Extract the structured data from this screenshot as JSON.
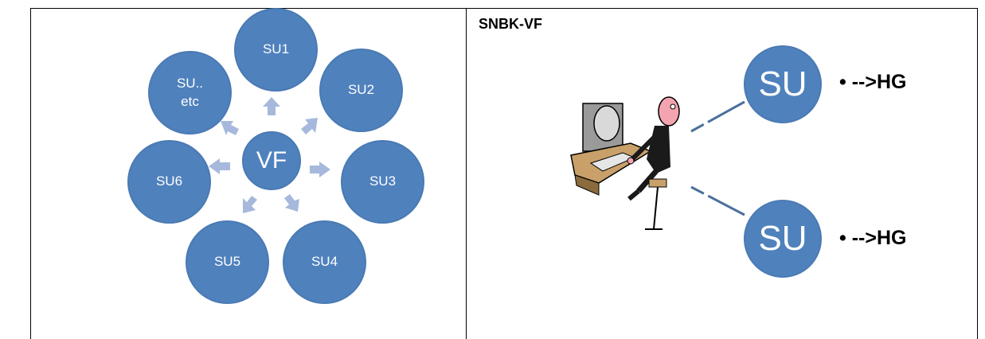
{
  "left_diagram": {
    "center_label": "VF",
    "nodes": [
      "SU1",
      "SU2",
      "SU3",
      "SU4",
      "SU5",
      "SU6",
      "SU..\netc"
    ],
    "node_color": "#4f81bd",
    "arrow_color": "#a6b9dc"
  },
  "right_panel": {
    "title": "SNBK-VF",
    "nodes": [
      {
        "label": "SU",
        "bullet": "• -->HG"
      },
      {
        "label": "SU",
        "bullet": "• -->HG"
      }
    ],
    "illustration_icon": "person-at-computer-icon"
  }
}
